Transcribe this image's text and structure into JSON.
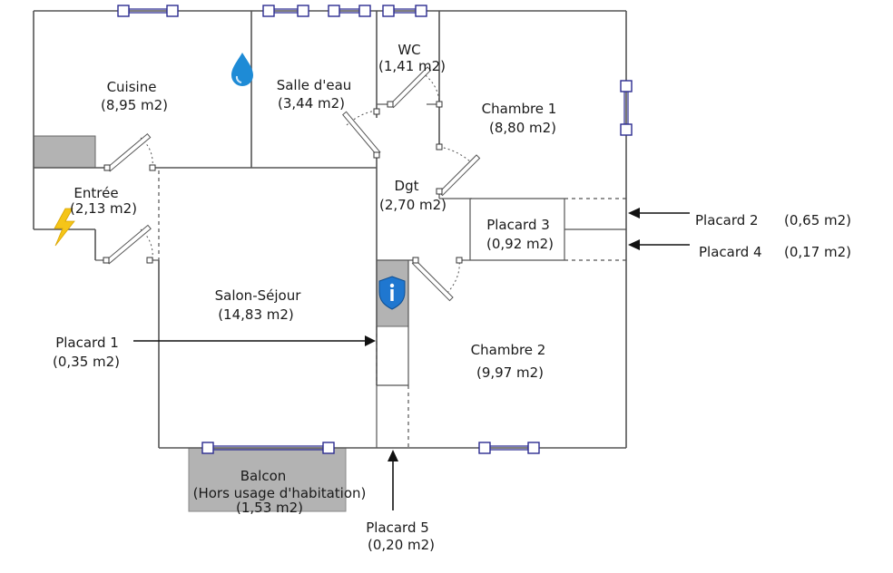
{
  "rooms": {
    "cuisine": {
      "name": "Cuisine",
      "area": "(8,95 m2)"
    },
    "salle_eau": {
      "name": "Salle d'eau",
      "area": "(3,44 m2)"
    },
    "wc": {
      "name": "WC",
      "area": "(1,41 m2)"
    },
    "chambre1": {
      "name": "Chambre 1",
      "area": "(8,80 m2)"
    },
    "entree": {
      "name": "Entrée",
      "area": "(2,13 m2)"
    },
    "dgt": {
      "name": "Dgt",
      "area": "(2,70 m2)"
    },
    "placard3": {
      "name": "Placard 3",
      "area": "(0,92 m2)"
    },
    "salon": {
      "name": "Salon-Séjour",
      "area": "(14,83 m2)"
    },
    "chambre2": {
      "name": "Chambre 2",
      "area": "(9,97 m2)"
    },
    "balcon": {
      "name": "Balcon",
      "note": "(Hors usage d'habitation)",
      "area": "(1,53 m2)"
    }
  },
  "callouts": {
    "placard1": {
      "name": "Placard 1",
      "area": "(0,35 m2)"
    },
    "placard2": {
      "name": "Placard 2",
      "area": "(0,65 m2)"
    },
    "placard4": {
      "name": "Placard 4",
      "area": "(0,17 m2)"
    },
    "placard5": {
      "name": "Placard 5",
      "area": "(0,20 m2)"
    }
  },
  "icons": {
    "water": "water-drop-icon",
    "electric": "lightning-icon",
    "info": "info-shield-icon"
  },
  "colors": {
    "wall": "#555555",
    "window": "#2b2b90",
    "grey_fill": "#b3b3b3",
    "water": "#1e8bd6",
    "electric": "#f5c518",
    "info": "#1f77d0"
  }
}
